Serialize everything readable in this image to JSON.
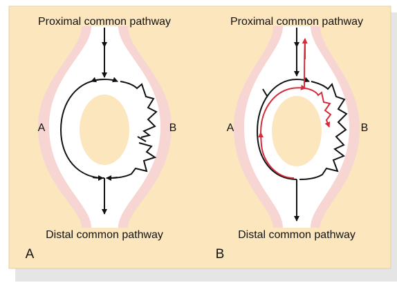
{
  "panels": [
    {
      "letter": "A",
      "top_label": "Proximal common pathway",
      "bottom_label": "Distal common pathway",
      "left_label": "A",
      "right_label": "B"
    },
    {
      "letter": "B",
      "top_label": "Proximal common pathway",
      "bottom_label": "Distal common pathway",
      "left_label": "A",
      "right_label": "B"
    }
  ],
  "colors": {
    "panel_background": "#fbe6be",
    "panel_border": "#e7cfa3",
    "tissue_band": "#f7d5d3",
    "channel": "#ffffff",
    "normal_conduction": "#111111",
    "reentry_conduction": "#d62b3a",
    "shadow": "#e5e5e5"
  }
}
